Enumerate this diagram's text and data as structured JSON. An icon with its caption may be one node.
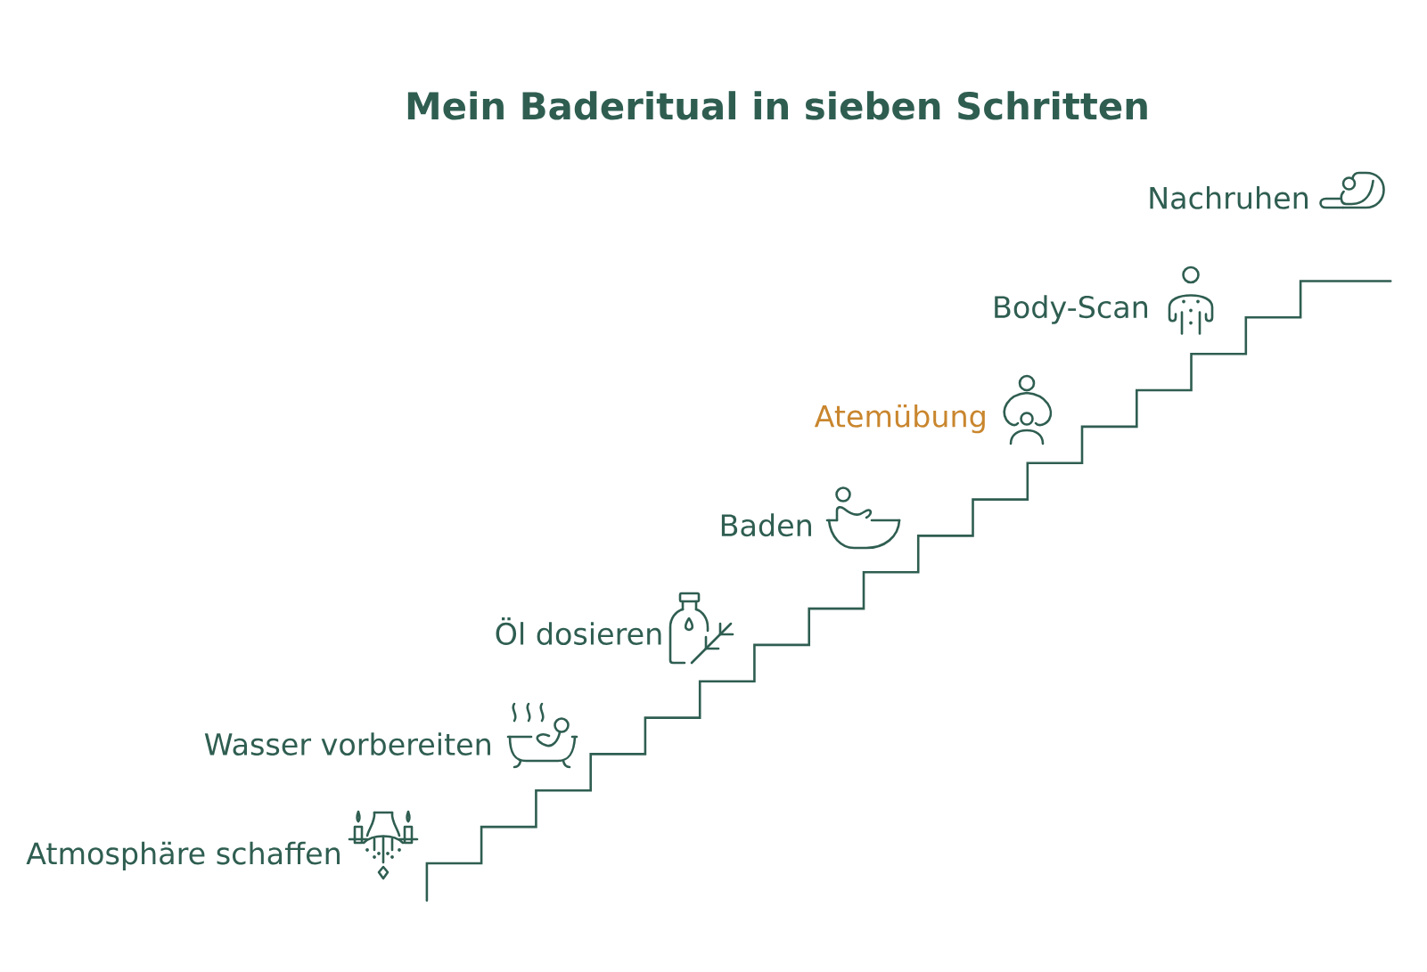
{
  "diagram": {
    "title": "Mein Baderitual in sieben Schritten",
    "labels": [
      "Atmosphäre schaffen",
      "Wasser vorbereiten",
      "Öl dosieren",
      "Baden",
      "Atemübung",
      "Body-Scan",
      "Nachruhen"
    ]
  }
}
